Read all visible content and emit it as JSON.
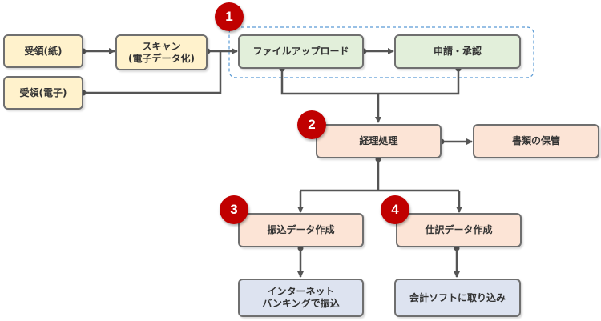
{
  "nodes": {
    "receive_paper": "受領(紙)",
    "receive_electronic": "受領(電子)",
    "scan": "スキャン\n(電子データ化)",
    "file_upload": "ファイルアップロード",
    "application_approval": "申請・承認",
    "accounting": "経理処理",
    "document_storage": "書類の保管",
    "transfer_data": "振込データ作成",
    "journal_data": "仕訳データ作成",
    "internet_banking": "インターネット\nバンキングで振込",
    "accounting_software": "会計ソフトに取り込み"
  },
  "badges": [
    "1",
    "2",
    "3",
    "4"
  ]
}
